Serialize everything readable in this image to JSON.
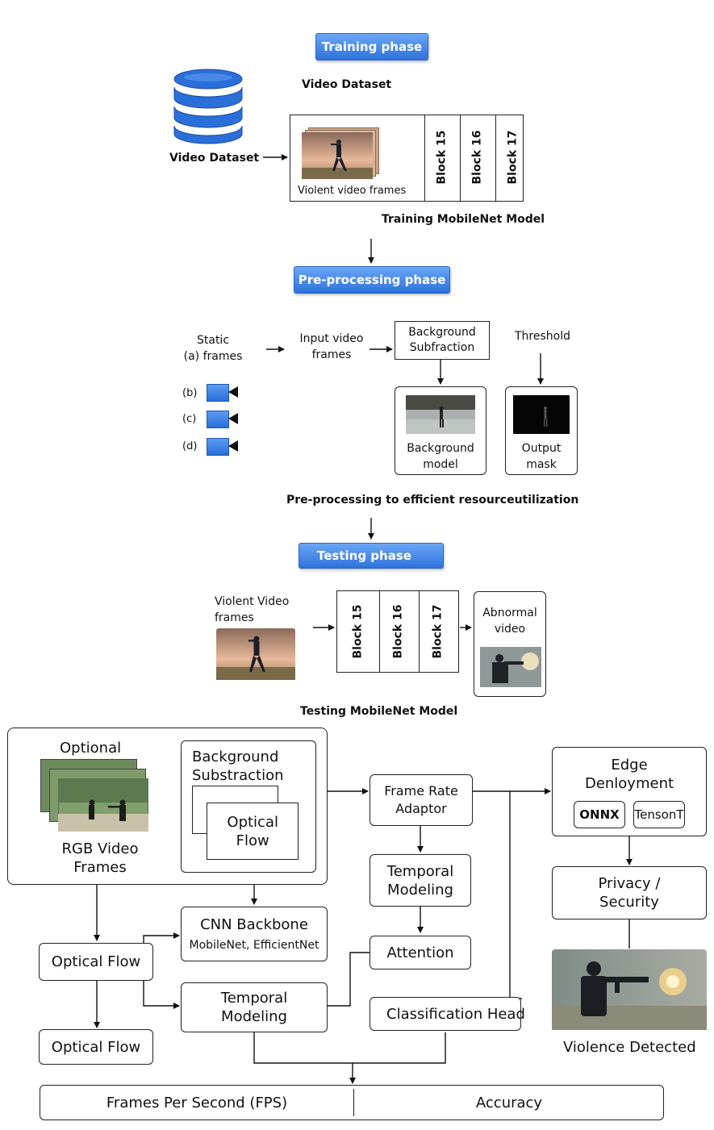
{
  "training": {
    "phase_label": "Training phase",
    "dataset_caption": "Video Dataset",
    "dataset_label": "Video Dataset",
    "frames_caption": "Violent video frames",
    "blocks": [
      "Block 15",
      "Block 16",
      "Block 17"
    ],
    "model_caption": "Training  MobileNet Model"
  },
  "preprocessing": {
    "phase_label": "Pre-processing phase",
    "static_frames": "Static\n(a) frames",
    "cameras": [
      "(b)",
      "(c)",
      "(d)"
    ],
    "input_frames": "Input video\nframes",
    "bg_subtraction": "Background\nSubfraction",
    "threshold": "Threshold",
    "bg_model": "Background\nmodel",
    "output_mask": "Output\nmask",
    "caption": "Pre-processing to efficient resourceutilization"
  },
  "testing": {
    "phase_label": "Testing phase",
    "input_label": "Violent Video\nframes",
    "blocks": [
      "Block 15",
      "Block 16",
      "Block 17"
    ],
    "output_label": "Abnormal\nvideo",
    "model_caption": "Testing MobileNet Model"
  },
  "pipeline": {
    "optional": "Optional",
    "rgb_frames": "RGB Video\nFrames",
    "bg_substraction": "Background\nSubstraction",
    "optical_flow_inner": "Optical\nFlow",
    "frame_rate_adaptor": "Frame Rate\nAdaptor",
    "temporal_modeling_1": "Temporal\nModeling",
    "attention": "Attention",
    "classification_head": "Classification Head",
    "cnn_backbone_title": "CNN Backbone",
    "cnn_backbone_sub": "MobileNet, EfficientNet",
    "temporal_modeling_2": "Temporal\nModeling",
    "optical_flow_1": "Optical Flow",
    "optical_flow_2": "Optical Flow",
    "edge_deployment": "Edge\nDenloyment",
    "onnx": "ONNX",
    "tensont": "TensonT",
    "privacy": "Privacy /\nSecurity",
    "violence_detected": "Violence Detected",
    "fps": "Frames Per Second (FPS)",
    "accuracy": "Accuracy"
  },
  "colors": {
    "phase_blue": "#2f73db",
    "camera_blue": "#3b82f0",
    "dataset_blue": "#2b6fd8"
  }
}
